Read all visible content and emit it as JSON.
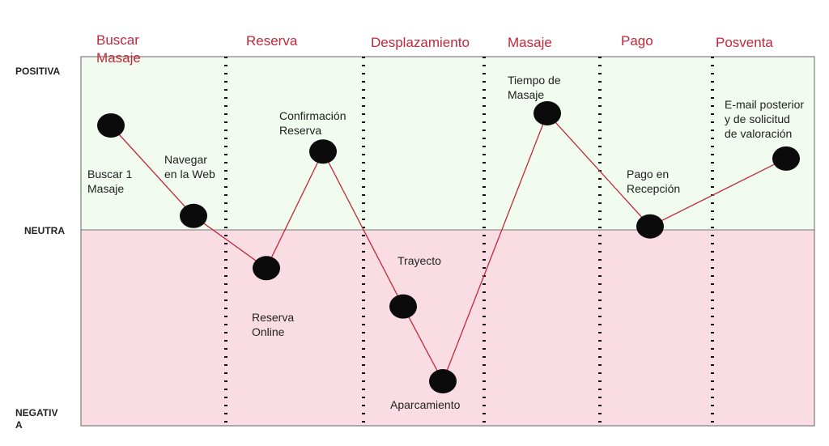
{
  "colors": {
    "phase_text": "#c0283b",
    "positive_zone": "#f1fbef",
    "negative_zone": "#f9dde3",
    "line": "#c0283b",
    "point": "#0b0b0b",
    "divider": "#111111"
  },
  "y_levels": {
    "positive": "POSITIVA",
    "neutral": "NEUTRA",
    "negative": "NEGATIV\nA"
  },
  "phases": [
    {
      "label": "Buscar\nMasaje"
    },
    {
      "label": "Reserva"
    },
    {
      "label": "Desplazamiento"
    },
    {
      "label": "Masaje"
    },
    {
      "label": "Pago"
    },
    {
      "label": "Posventa"
    }
  ],
  "journey": [
    {
      "label": "Buscar 1\nMasaje",
      "score": 0.6
    },
    {
      "label": "Navegar\nen la Web",
      "score": 0.08
    },
    {
      "label": "Reserva\nOnline",
      "score": -0.22
    },
    {
      "label": "Confirmación\nReserva",
      "score": 0.45
    },
    {
      "label": "Trayecto",
      "score": -0.44
    },
    {
      "label": "Aparcamiento",
      "score": -0.87
    },
    {
      "label": "Tiempo de\nMasaje",
      "score": 0.67
    },
    {
      "label": "Pago en\nRecepción",
      "score": 0.02
    },
    {
      "label": "E-mail posterior\ny  de solicitud\nde valoración",
      "score": 0.41
    }
  ]
}
